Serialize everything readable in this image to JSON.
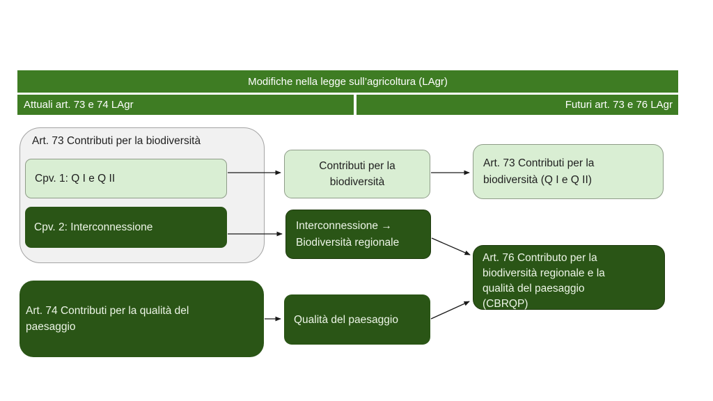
{
  "header": {
    "title": "Modifiche nella legge sull’agricoltura (LAgr)",
    "current_label": "Attuali art. 73 e 74 LAgr",
    "future_label": "Futuri art. 73 e 76 LAgr"
  },
  "current": {
    "group_title": "Art. 73 Contributi per la biodiversità",
    "cpv1": "Cpv. 1: Q I e Q II",
    "cpv2": "Cpv. 2: Interconnessione",
    "art74": "Art. 74 Contributi per la qualità del\npaesaggio"
  },
  "middle": {
    "biodiversity": "Contributi per la\nbiodiversità",
    "interconnection": "Interconnessione →\nBiodiversità regionale",
    "landscape": "Qualità del paesaggio"
  },
  "future": {
    "art73": "Art. 73 Contributi per la\nbiodiversità (Q I e Q II)",
    "art76": "Art. 76  Contributo per la\nbiodiversità regionale e la\nqualità del paesaggio\n(CBRQP)"
  },
  "colors": {
    "header_green": "#3E7C23",
    "dark_green": "#2A5516",
    "light_green_fill": "#D9EED3",
    "light_green_border": "#8E9C88",
    "group_fill": "#F1F1F1",
    "group_border": "#A3A3A3",
    "text_on_dark": "#EDF5E7",
    "arrow": "#1a1a1a"
  }
}
